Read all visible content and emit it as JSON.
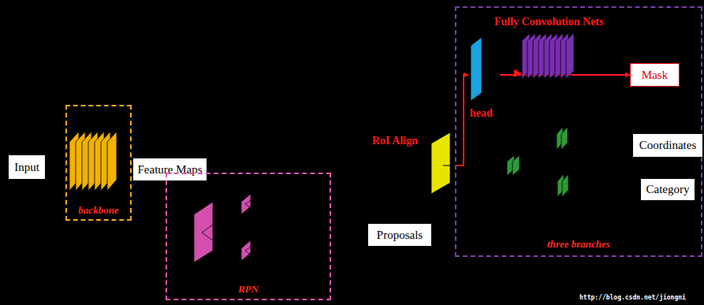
{
  "diagram": {
    "nodes": [
      {
        "text": [
          "Input"
        ]
      },
      {
        "text": [
          "backbone"
        ]
      },
      {
        "text": [
          "Feature Maps"
        ]
      },
      {
        "text": [
          "RPN"
        ]
      },
      {
        "text": [
          "RoI Align"
        ]
      },
      {
        "text": [
          "Proposals"
        ]
      },
      {
        "text": [
          "Fully Convolution Nets",
          "three branches"
        ]
      },
      {
        "text": [
          "head"
        ],
        "in": 6
      },
      {
        "text": [
          "Mask"
        ],
        "in": 6
      },
      {
        "text": [
          "Coordinates"
        ],
        "in": 6
      },
      {
        "text": [
          "Category"
        ],
        "in": 6
      }
    ],
    "edges": [
      {
        "from": 4,
        "to": 7,
        "arrow": "to"
      },
      {
        "from": 7,
        "to": 8,
        "arrow": "to"
      }
    ],
    "labels": [
      "http://blog.csdn.net/jiongni"
    ]
  }
}
